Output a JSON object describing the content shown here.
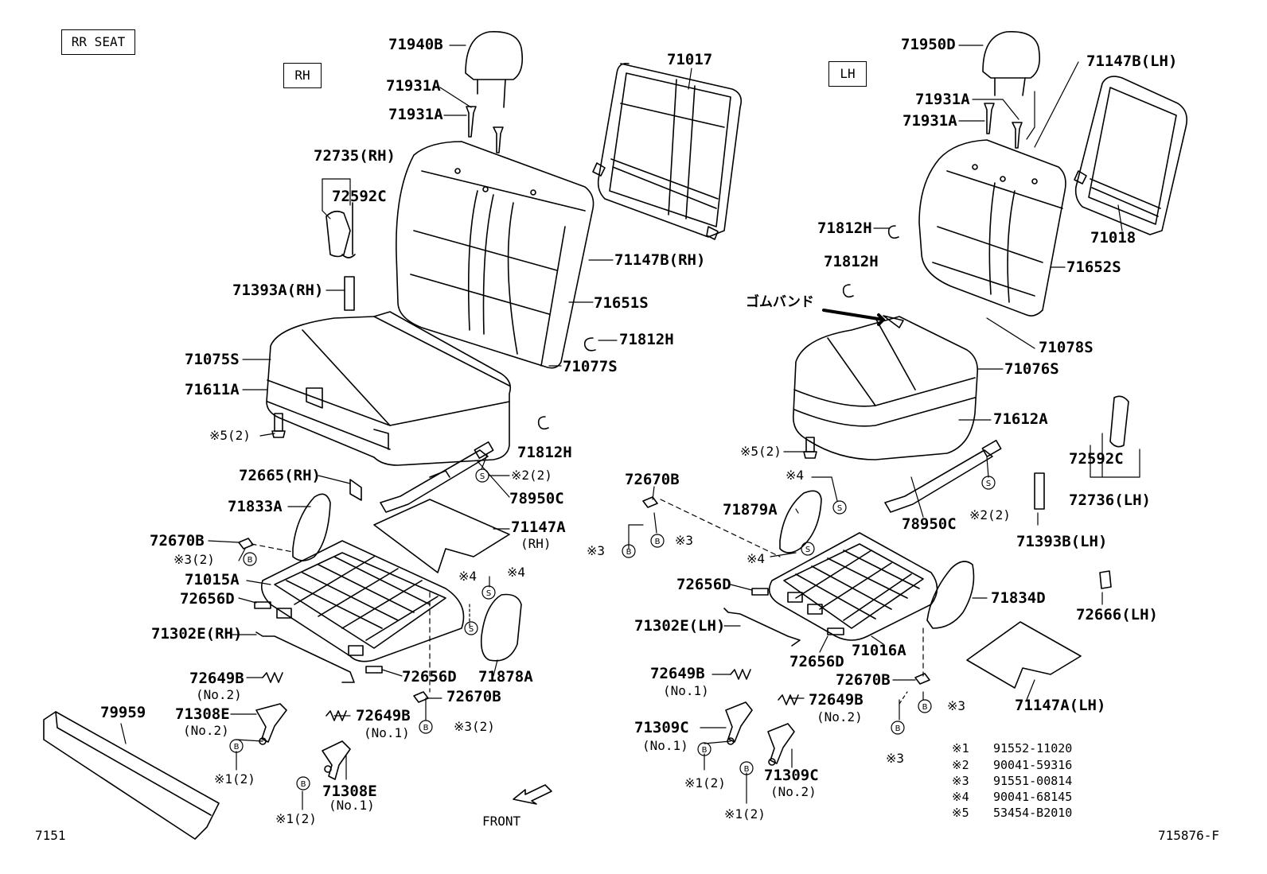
{
  "header": {
    "section_label": "RR SEAT",
    "rh_label": "RH",
    "lh_label": "LH"
  },
  "footer": {
    "page_code": "7151",
    "figure_code": "715876-F",
    "front_label": "FRONT"
  },
  "annotation": {
    "rubber_band": "ゴムバンド"
  },
  "rh_parts": {
    "p71940B": "71940B",
    "p71931A_1": "71931A",
    "p71931A_2": "71931A",
    "p71017": "71017",
    "p72735": "72735(RH)",
    "p72592C": "72592C",
    "p71147B": "71147B(RH)",
    "p71393A": "71393A(RH)",
    "p71651S": "71651S",
    "p71812H_1": "71812H",
    "p71075S": "71075S",
    "p71077S": "71077S",
    "p71611A": "71611A",
    "n5": "※5(2)",
    "p71812H_2": "71812H",
    "p72665": "72665(RH)",
    "n2": "※2(2)",
    "p78950C": "78950C",
    "p71833A": "71833A",
    "p71147A": "71147A",
    "p71147A_sub": "(RH)",
    "p72670B_1": "72670B",
    "n3_1": "※3(2)",
    "p71015A": "71015A",
    "n4_1": "※4",
    "n4_2": "※4",
    "p72656D_1": "72656D",
    "p71302E": "71302E(RH)",
    "p72656D_2": "72656D",
    "p71878A": "71878A",
    "p72649B_1": "72649B",
    "p72649B_1_sub": "(No.2)",
    "p72670B_2": "72670B",
    "p79959": "79959",
    "p71308E_1": "71308E",
    "p71308E_1_sub": "(No.2)",
    "p72649B_2": "72649B",
    "p72649B_2_sub": "(No.1)",
    "n3_2": "※3(2)",
    "n1_1": "※1(2)",
    "p71308E_2": "71308E",
    "p71308E_2_sub": "(No.1)",
    "n1_2": "※1(2)"
  },
  "lh_parts": {
    "p71950D": "71950D",
    "p71147B": "71147B(LH)",
    "p71931A_1": "71931A",
    "p71931A_2": "71931A",
    "p71812H_1": "71812H",
    "p71018": "71018",
    "p71652S": "71652S",
    "p71812H_2": "71812H",
    "p71078S": "71078S",
    "p71076S": "71076S",
    "p71612A": "71612A",
    "n5": "※5(2)",
    "p72592C": "72592C",
    "p72736": "72736(LH)",
    "p72670B_1": "72670B",
    "n4_1": "※4",
    "p71879A": "71879A",
    "p78950C": "78950C",
    "n2": "※2(2)",
    "p71393B": "71393B(LH)",
    "n3_a": "※3",
    "n3_b": "※3",
    "n4_2": "※4",
    "p72656D_1": "72656D",
    "p71834D": "71834D",
    "p72666": "72666(LH)",
    "p71302E": "71302E(LH)",
    "p72656D_2": "72656D",
    "p71016A": "71016A",
    "p72649B_1": "72649B",
    "p72649B_1_sub": "(No.1)",
    "p72670B_2": "72670B",
    "n3_c": "※3",
    "p72649B_2": "72649B",
    "p72649B_2_sub": "(No.2)",
    "p71147A": "71147A(LH)",
    "p71309C_1": "71309C",
    "p71309C_1_sub": "(No.1)",
    "n3_d": "※3",
    "n1_1": "※1(2)",
    "p71309C_2": "71309C",
    "p71309C_2_sub": "(No.2)",
    "n1_2": "※1(2)"
  },
  "legend": [
    {
      "key": "※1",
      "part": "91552-11020"
    },
    {
      "key": "※2",
      "part": "90041-59316"
    },
    {
      "key": "※3",
      "part": "91551-00814"
    },
    {
      "key": "※4",
      "part": "90041-68145"
    },
    {
      "key": "※5",
      "part": "53454-B2010"
    }
  ]
}
